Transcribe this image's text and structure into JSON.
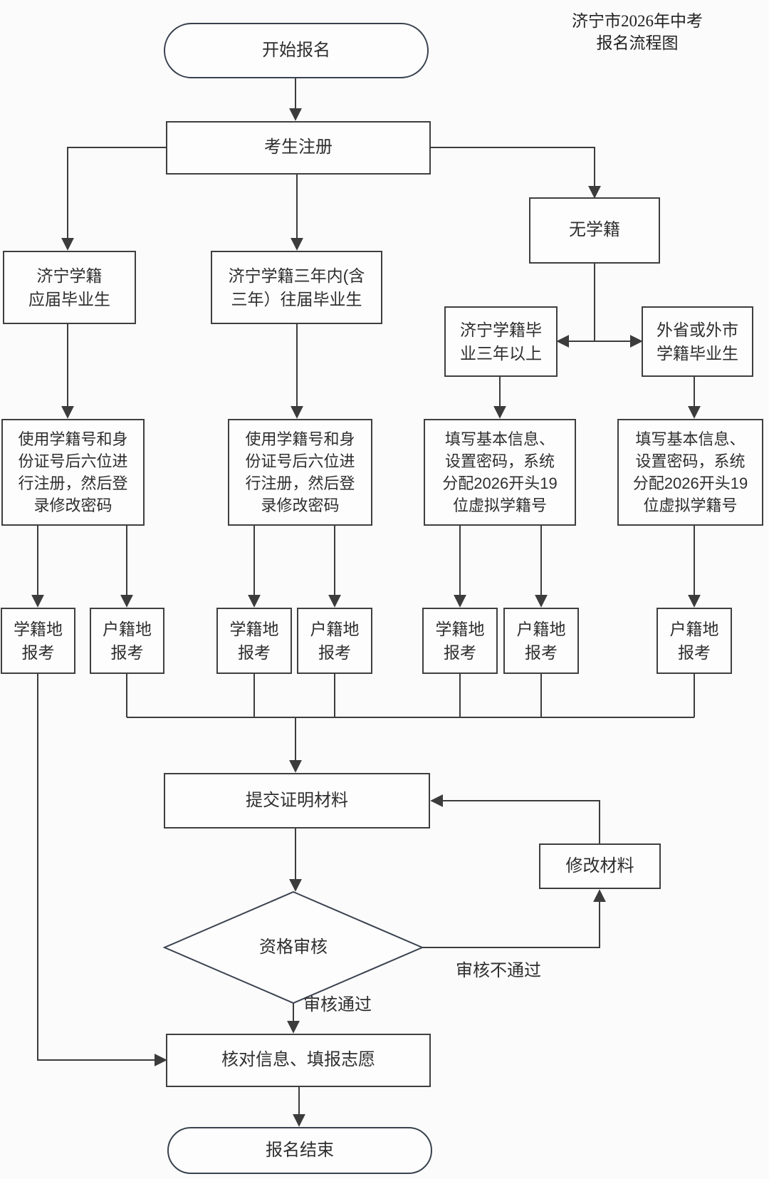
{
  "title": {
    "line1": "济宁市2026年中考",
    "line2": "报名流程图"
  },
  "nodes": {
    "start": "开始报名",
    "register": "考生注册",
    "jn_fresh": "济宁学籍\n应届毕业生",
    "jn_3yr": "济宁学籍三年内(含\n三年）往届毕业生",
    "no_xueji": "无学籍",
    "jn_over3": "济宁学籍毕\n业三年以上",
    "out_prov": "外省或外市\n学籍毕业生",
    "use_reg": "使用学籍号和身\n份证号后六位进\n行注册，然后登\n录修改密码",
    "fill_info": "填写基本信息、\n设置密码，系统\n分配2026开头19\n位虚拟学籍号",
    "apply_xueji": "学籍地\n报考",
    "apply_huji": "户籍地\n报考",
    "submit": "提交证明材料",
    "modify": "修改材料",
    "review": "资格审核",
    "confirm": "核对信息、填报志愿",
    "end": "报名结束"
  },
  "edge_labels": {
    "pass": "审核通过",
    "fail": "审核不通过"
  },
  "colors": {
    "background": "#fbfbfb",
    "box_border": "#3f3f3f",
    "shape_border": "#39424f",
    "line": "#3c3c3c",
    "text": "#2e2e2e"
  }
}
